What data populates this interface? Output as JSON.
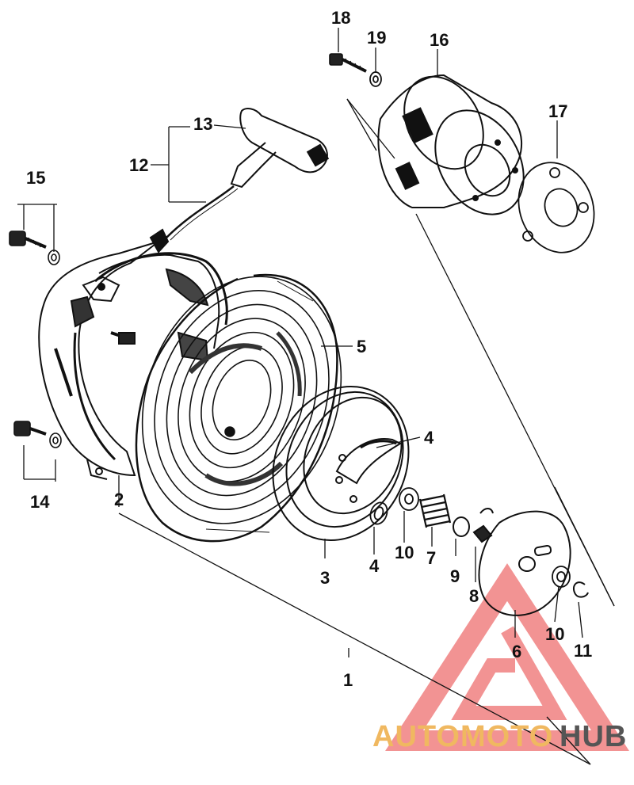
{
  "diagram": {
    "callouts": {
      "c1": "1",
      "c2": "2",
      "c3": "3",
      "c4a": "4",
      "c4b": "4",
      "c5": "5",
      "c6": "6",
      "c7": "7",
      "c8": "8",
      "c9": "9",
      "c10a": "10",
      "c10b": "10",
      "c11": "11",
      "c12": "12",
      "c13": "13",
      "c14": "14",
      "c15": "15",
      "c16": "16",
      "c17": "17",
      "c18": "18",
      "c19": "19"
    }
  },
  "watermark": {
    "part1": "AUTOMOTO",
    "part2": "HUB",
    "color_primary": "#f08080",
    "color_secondary": "#f0b860",
    "color_dark": "#555555"
  }
}
